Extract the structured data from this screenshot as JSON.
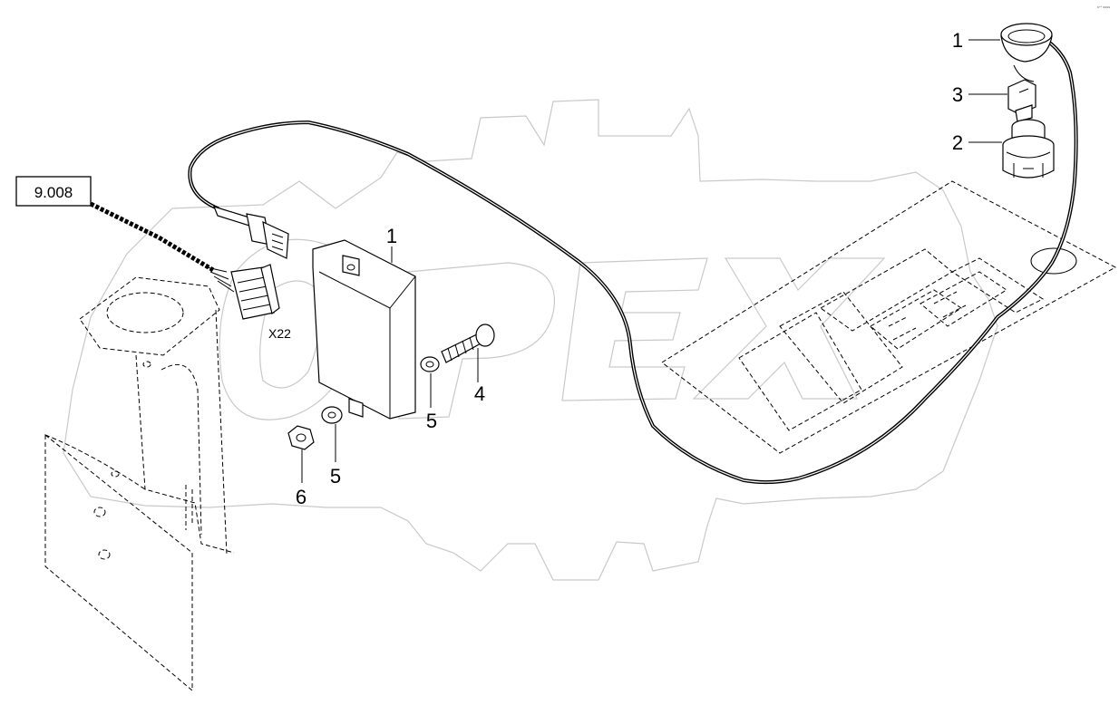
{
  "diagram": {
    "reference_box": "9.008",
    "connector_label": "X22",
    "callouts": {
      "control_unit": "1",
      "cap_top": "1",
      "key": "3",
      "ignition_switch": "2",
      "screw": "4",
      "washer_upper": "5",
      "washer_lower": "5",
      "nut": "6"
    },
    "watermark_text": "OPEX",
    "corner_note": "s** ssss"
  }
}
